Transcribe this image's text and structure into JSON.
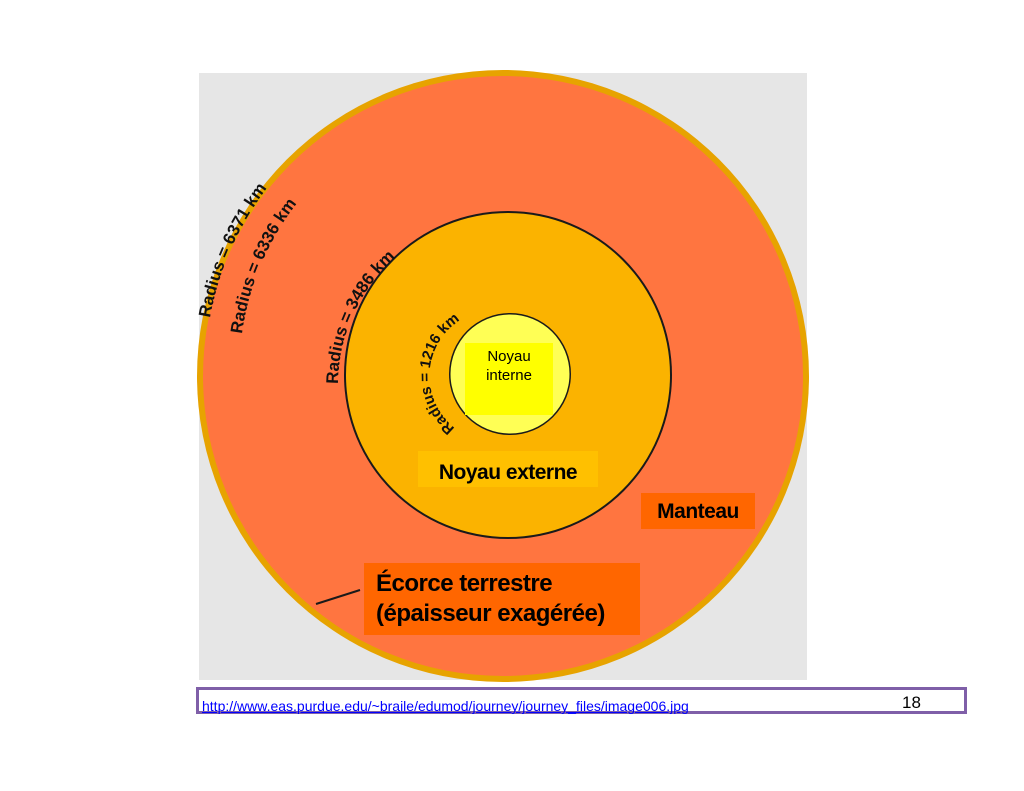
{
  "diagram": {
    "radius_labels": [
      "Radius = 6371 km",
      "Radius = 6336 km",
      "Radius = 3486 km",
      "Radius = 1216 km"
    ],
    "layers": {
      "inner_core": {
        "line1": "Noyau",
        "line2": "interne",
        "color": "#ffff55"
      },
      "outer_core": {
        "label": "Noyau externe",
        "color": "#fbb300"
      },
      "mantle": {
        "label": "Manteau",
        "color": "#ff7540"
      },
      "crust": {
        "line1": "Écorce terrestre",
        "line2": "(épaisseur exagérée)",
        "color": "#e7a300"
      }
    },
    "label_colors": {
      "inner": "#ffff00",
      "outer": "#ffc000",
      "mantle": "#ff6600",
      "crust": "#ff6600"
    }
  },
  "footer": {
    "url": "http://www.eas.purdue.edu/~braile/edumod/journey/journey_files/image006.jpg",
    "page_number": "18",
    "border_color": "#7f5fa8"
  }
}
